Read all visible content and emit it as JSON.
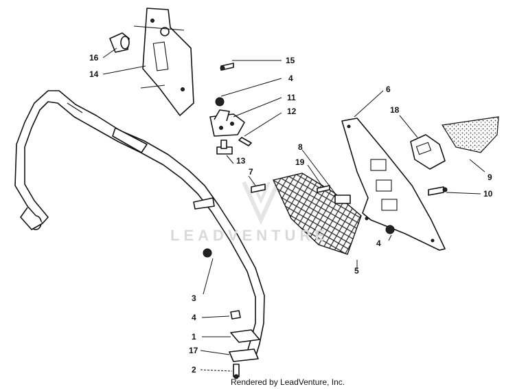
{
  "credit": "Rendered by LeadVenture, Inc.",
  "watermark": "LEADVENTURE",
  "callouts": [
    "1",
    "2",
    "3",
    "4",
    "4",
    "4",
    "5",
    "6",
    "7",
    "8",
    "9",
    "10",
    "11",
    "12",
    "13",
    "14",
    "15",
    "16",
    "17",
    "18",
    "19"
  ]
}
